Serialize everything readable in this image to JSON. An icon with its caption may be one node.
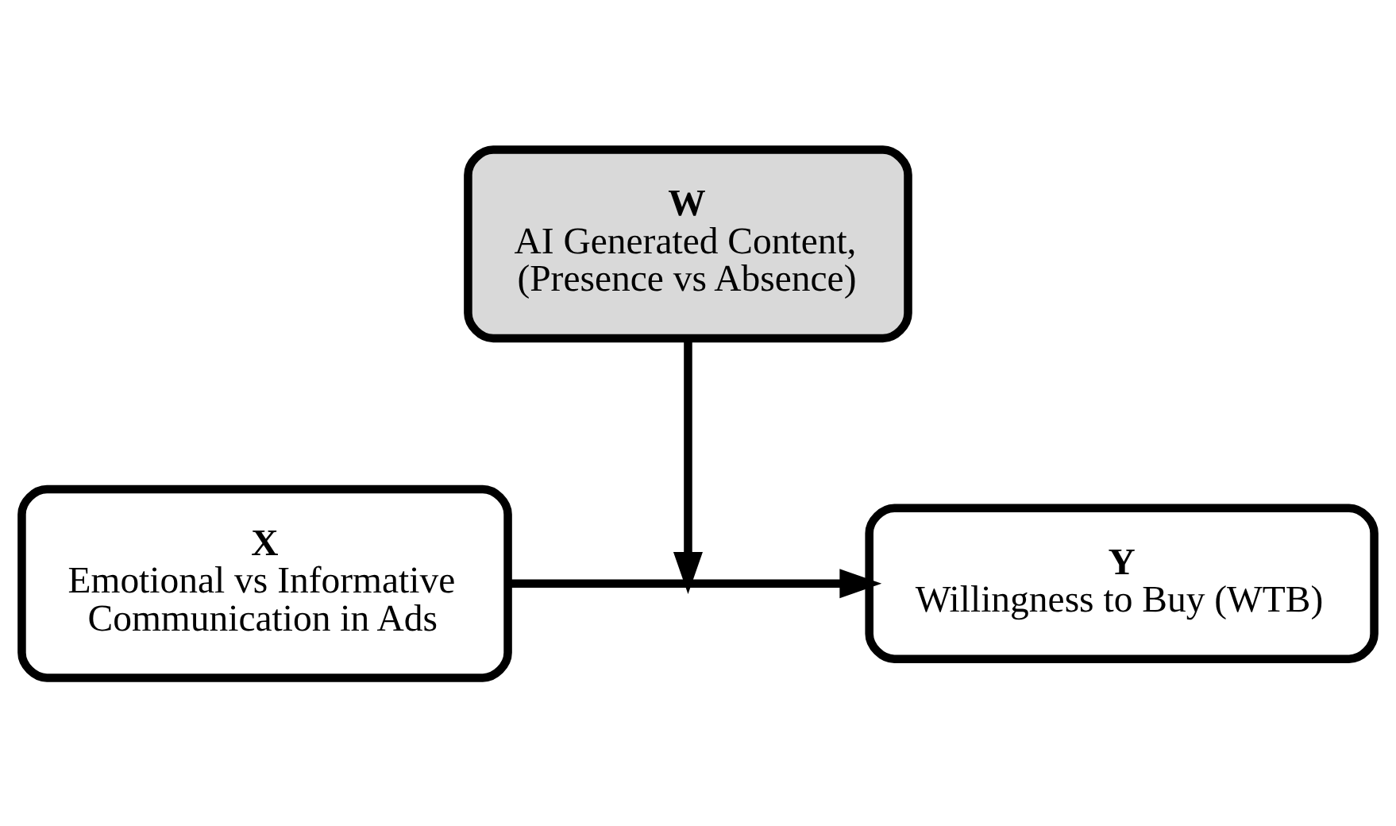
{
  "diagram": {
    "nodes": [
      {
        "text": [
          "W",
          "AI Generated Content, (Presence vs Absence)"
        ]
      },
      {
        "text": [
          "X",
          "Emotional vs Informative Communication in Ads"
        ]
      },
      {
        "text": [
          "Y",
          "Willingness to Buy (WTB)"
        ]
      }
    ],
    "edges": [
      {
        "from": 1,
        "to": 2,
        "arrow": "to"
      },
      {
        "from": 0,
        "to": null,
        "arrow": "to"
      }
    ]
  }
}
